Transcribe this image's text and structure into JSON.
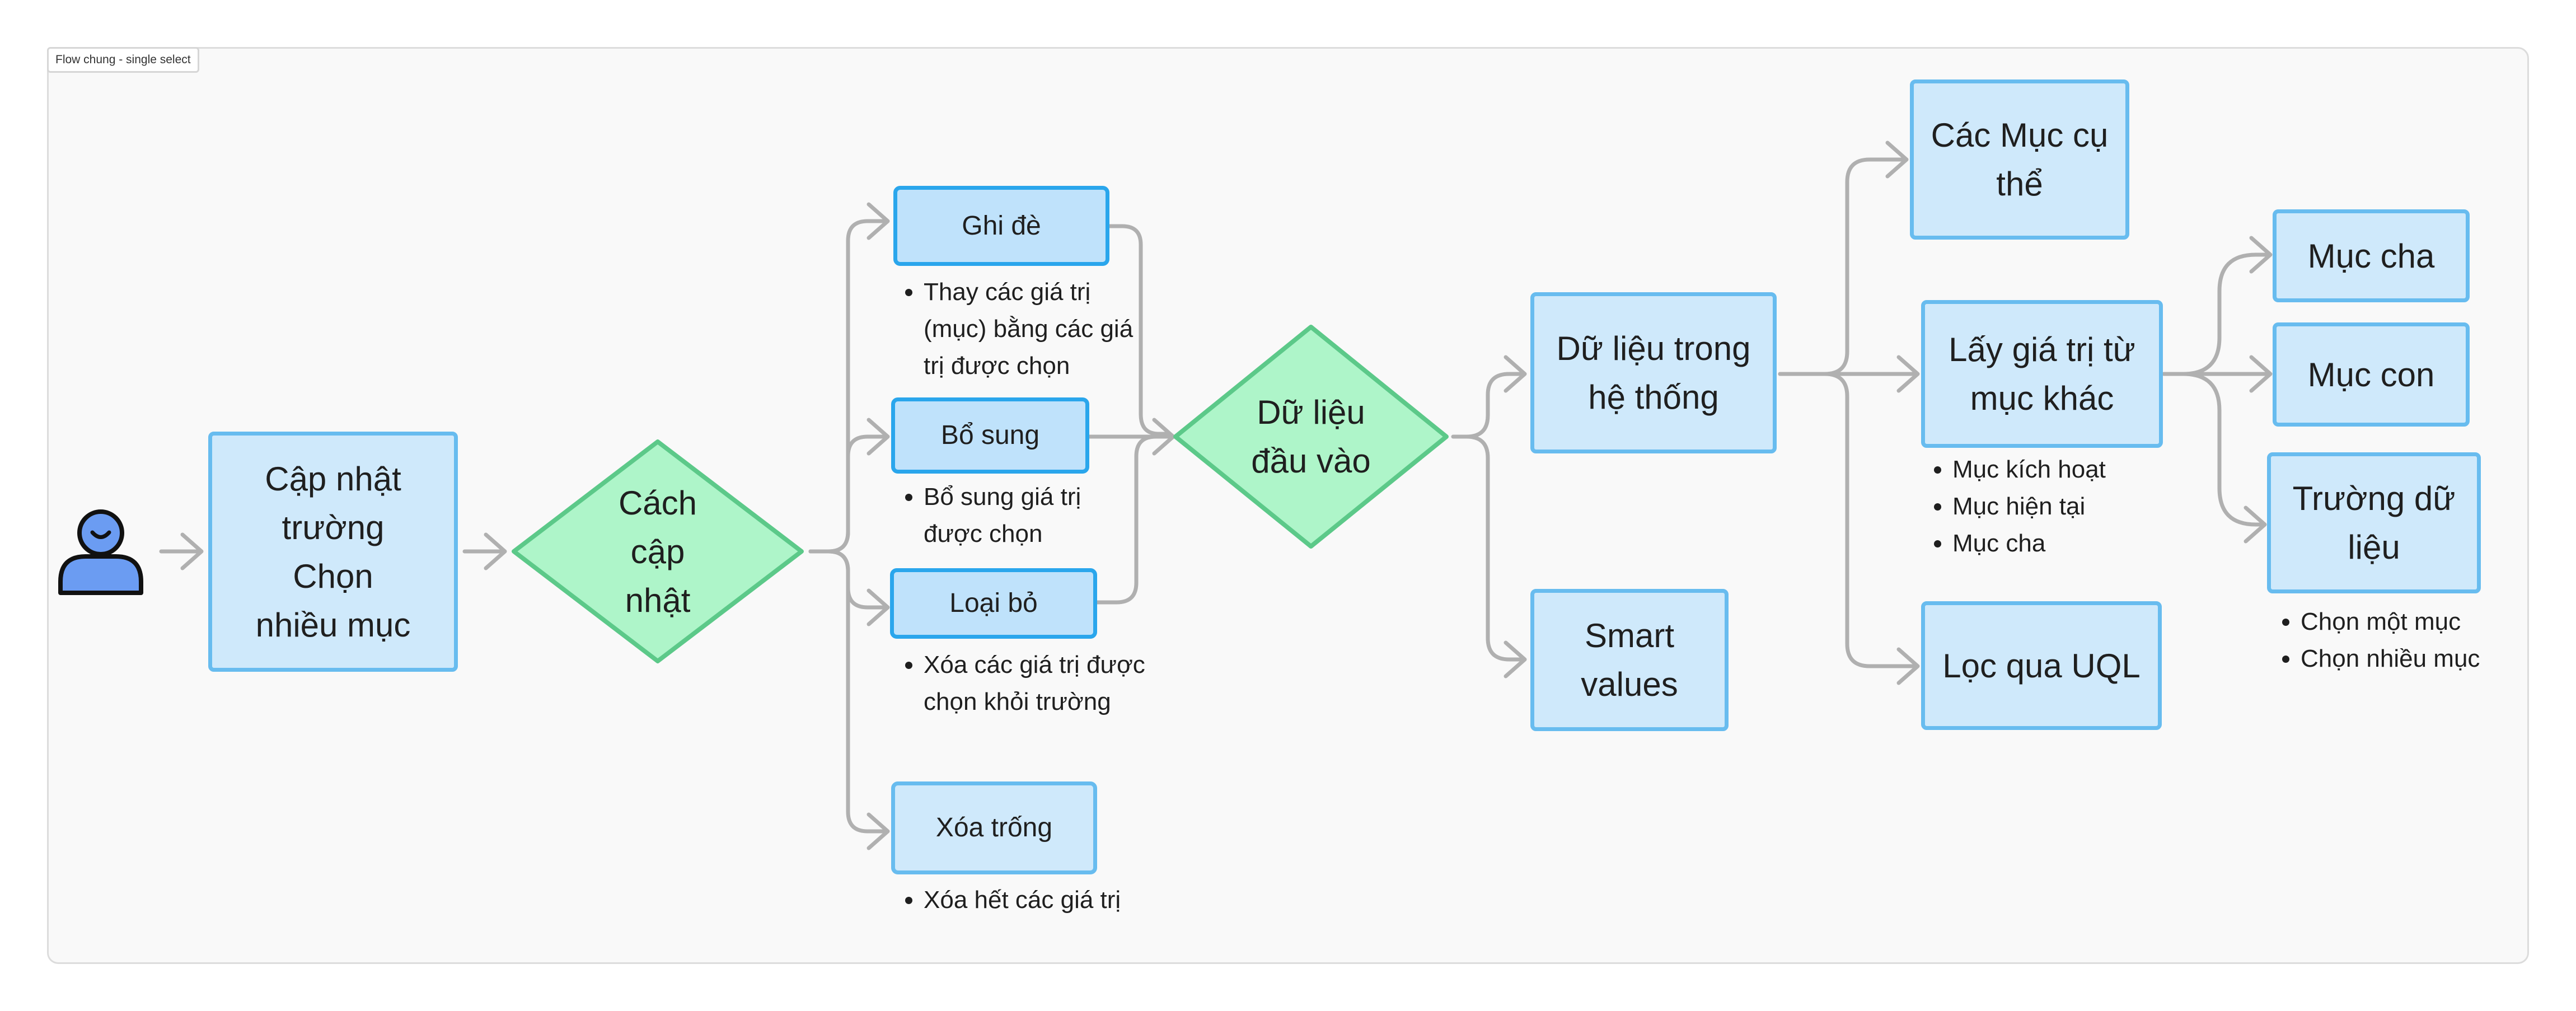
{
  "frame": {
    "label": "Flow chung - single select"
  },
  "nodes": {
    "start": "Cập nhật trường Chọn nhiều mục",
    "method": "Cách cập nhật",
    "overwrite": "Ghi đè",
    "append": "Bổ sung",
    "remove": "Loại bỏ",
    "clear": "Xóa trống",
    "input": "Dữ liệu đầu vào",
    "system_data": "Dữ liệu trong hệ thống",
    "smart_values": "Smart values",
    "specific_items": "Các Mục cụ thể",
    "from_other_item": "Lấy giá trị từ mục khác",
    "uql_filter": "Lọc qua UQL",
    "parent_item": "Mục cha",
    "child_item": "Mục con",
    "data_field": "Trường dữ liệu"
  },
  "notes": {
    "overwrite": [
      "Thay các giá trị (mục) bằng các giá trị được chọn"
    ],
    "append": [
      "Bổ sung giá trị được chọn"
    ],
    "remove": [
      "Xóa các giá trị được chọn khỏi trường"
    ],
    "clear": [
      "Xóa hết các giá trị"
    ],
    "from_other_item": [
      "Mục kích hoạt",
      "Mục hiện tại",
      "Mục cha"
    ],
    "data_field": [
      "Chọn một mục",
      "Chọn nhiều mục"
    ]
  },
  "colors": {
    "box_fill": "#cfe9fb",
    "box_border": "#68bcef",
    "option_border": "#2aa6ec",
    "decision_fill": "#aef5c9",
    "decision_border": "#5cc989",
    "actor_fill": "#6b9cf2",
    "connector": "#b0b0b0"
  }
}
